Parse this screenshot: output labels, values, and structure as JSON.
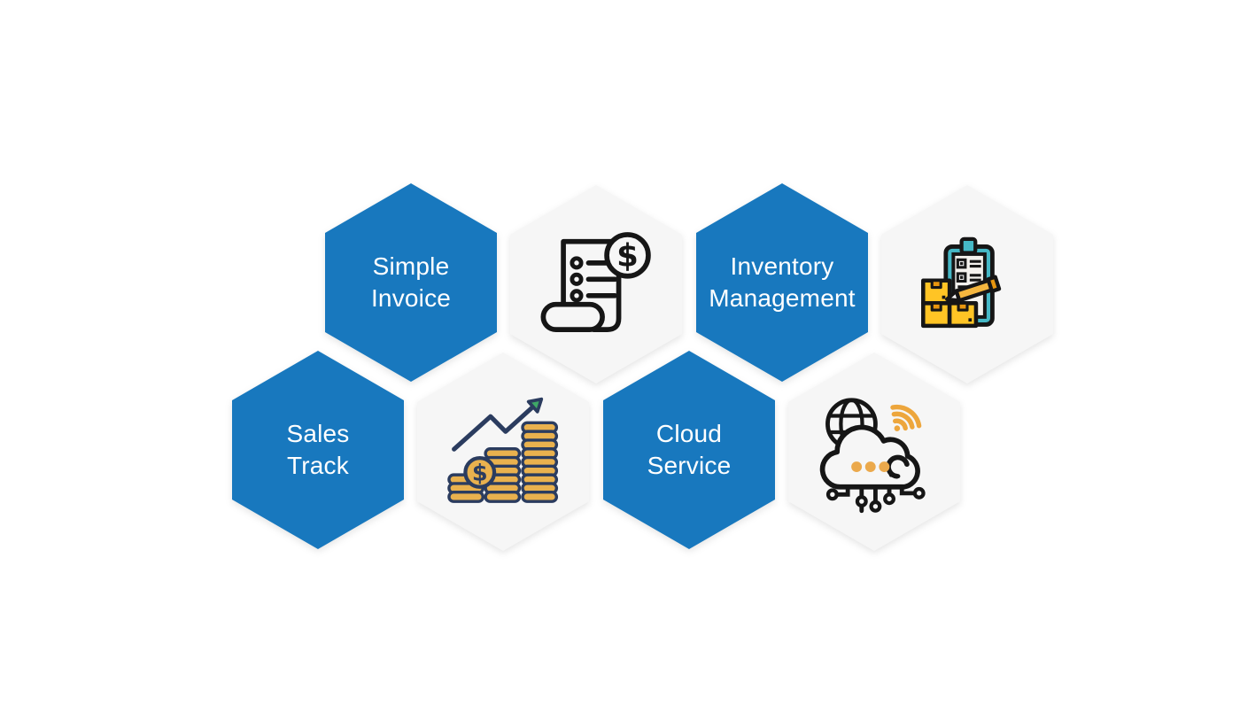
{
  "background": "#ffffff",
  "colors": {
    "hexagon_blue": "#1878be",
    "hexagon_gray": "#f6f6f6",
    "label_text": "#ffffff",
    "icon_outline": "#161616",
    "icon_gold": "#e9b14e",
    "icon_navy": "#2b3c5f",
    "icon_green": "#3fa766",
    "icon_teal": "#45b8c6",
    "icon_yellow": "#ffc425",
    "icon_orange": "#e8960f",
    "icon_wifi_gold": "#eda63c"
  },
  "icons": {
    "dollar_symbol": "$"
  },
  "hexagons": [
    {
      "id": "simple-invoice",
      "kind": "label",
      "line1": "Simple",
      "line2": "Invoice"
    },
    {
      "id": "invoice-icon",
      "kind": "icon",
      "icon": "invoice-receipt-dollar-icon"
    },
    {
      "id": "inventory-management",
      "kind": "label",
      "line1": "Inventory",
      "line2": "Management"
    },
    {
      "id": "inventory-icon",
      "kind": "icon",
      "icon": "clipboard-boxes-pencil-icon"
    },
    {
      "id": "sales-track",
      "kind": "label",
      "line1": "Sales",
      "line2": "Track"
    },
    {
      "id": "sales-icon",
      "kind": "icon",
      "icon": "coins-growth-chart-icon"
    },
    {
      "id": "cloud-service",
      "kind": "label",
      "line1": "Cloud",
      "line2": "Service"
    },
    {
      "id": "cloud-icon",
      "kind": "icon",
      "icon": "cloud-computing-network-icon"
    }
  ]
}
